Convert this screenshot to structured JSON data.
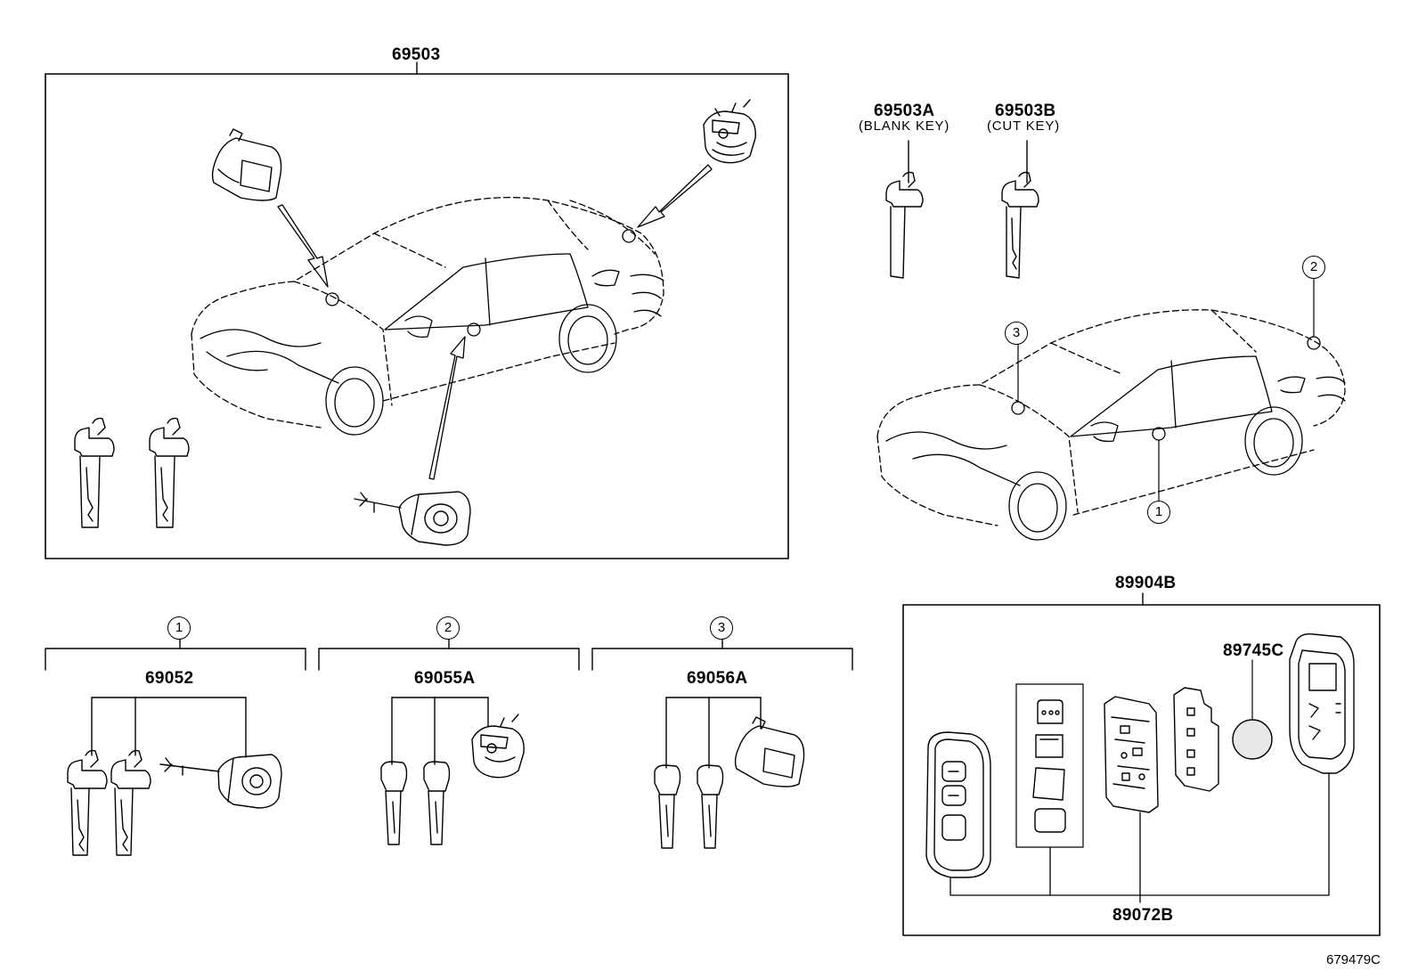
{
  "labels": {
    "assy_main": "69503",
    "blank_key": "69503A",
    "blank_key_desc": "(BLANK KEY)",
    "cut_key": "69503B",
    "cut_key_desc": "(CUT KEY)",
    "smart_key_set": "89904B",
    "battery": "89745C",
    "transmitter_housing": "89072B",
    "cylinder_set_1": "69052",
    "cylinder_set_2": "69055A",
    "cylinder_set_3": "69056A"
  },
  "callouts": {
    "one": "1",
    "two": "2",
    "three": "3"
  },
  "reference_number": "679479C",
  "colors": {
    "line": "#000000",
    "background": "#ffffff",
    "battery_fill": "#e8e8e8",
    "part_shade": "#d9d9d9"
  }
}
